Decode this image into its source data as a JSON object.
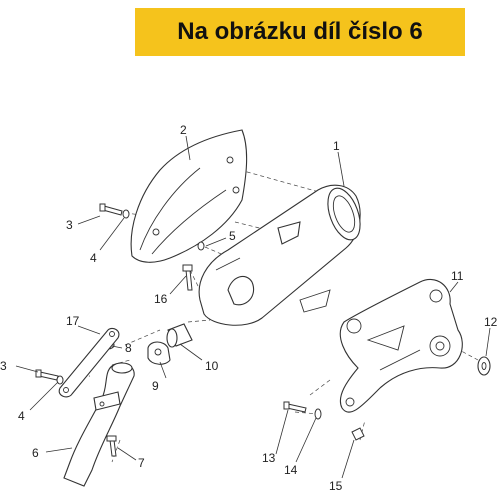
{
  "banner": {
    "text": "Na obrázku díl číslo 6",
    "background": "#f5c31c"
  },
  "callouts": {
    "c1": "1",
    "c2": "2",
    "c3a": "3",
    "c4a": "4",
    "c5": "5",
    "c16": "16",
    "c11": "11",
    "c12": "12",
    "c17": "17",
    "c8": "8",
    "c10": "10",
    "c9": "9",
    "c3b": "3",
    "c4b": "4",
    "c6": "6",
    "c7": "7",
    "c13": "13",
    "c14": "14",
    "c15": "15"
  }
}
